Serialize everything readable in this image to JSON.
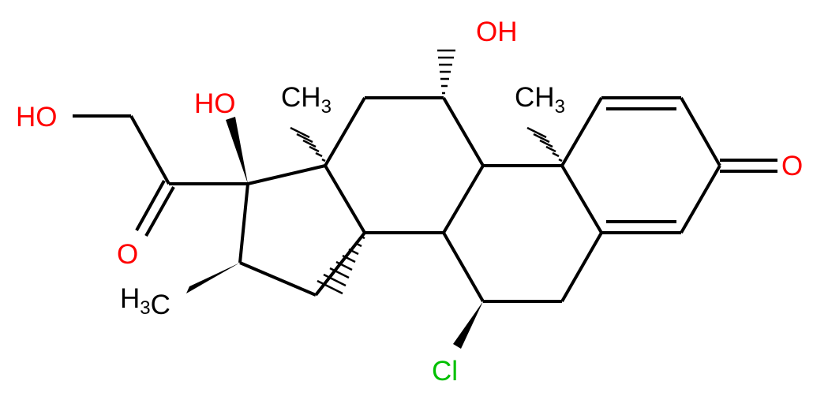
{
  "molecule": {
    "labels": {
      "oh_top": "OH",
      "ho_left": "HO",
      "ho_17": "HO",
      "methyl_13": "CH3",
      "methyl_10": "CH3",
      "methyl_16": "H3C",
      "ketone_o_right": "O",
      "ketone_o_left": "O",
      "chloro": "Cl"
    },
    "colors": {
      "bond": "#000000",
      "oxygen": "#ff0000",
      "chlorine": "#00c000",
      "carbon": "#000000"
    }
  }
}
